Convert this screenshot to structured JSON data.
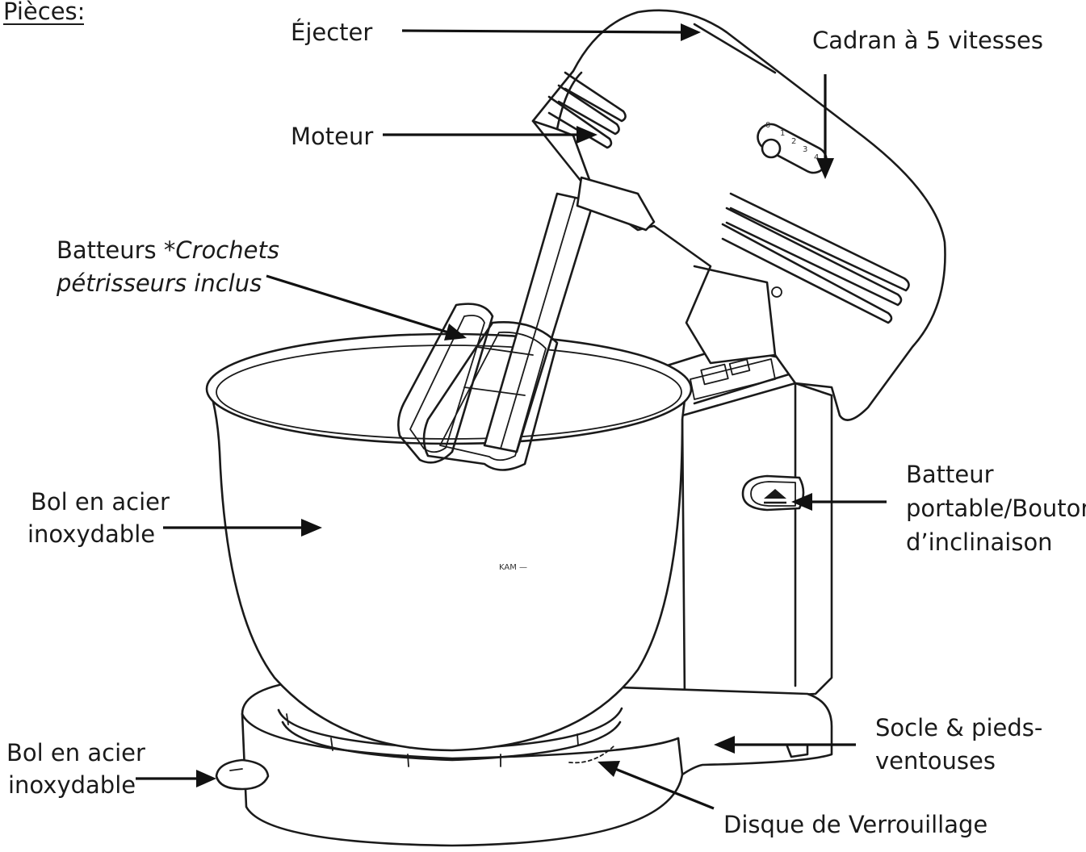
{
  "heading": "Pièces:",
  "labels": {
    "ejecter": "Éjecter",
    "cadran": "Cadran à 5 vitesses",
    "moteur": "Moteur",
    "batteurs_1_plain": "Batteurs ",
    "batteurs_1_italic": "*Crochets",
    "batteurs_2_italic": "pétrisseurs inclus",
    "bol_1a": "Bol en acier",
    "bol_1b": "inoxydable",
    "batteur_portable_a": "Batteur",
    "batteur_portable_b": "portable/Bouton",
    "batteur_portable_c": "d’inclinaison",
    "bol_2a": "Bol en acier",
    "bol_2b": "inoxydable",
    "socle_a": "Socle & pieds-",
    "socle_b": "ventouses",
    "disque": "Disque de Verrouillage"
  },
  "dial_marks": [
    "0",
    "1",
    "2",
    "3",
    "4"
  ],
  "bowl_mark": "KAM —"
}
